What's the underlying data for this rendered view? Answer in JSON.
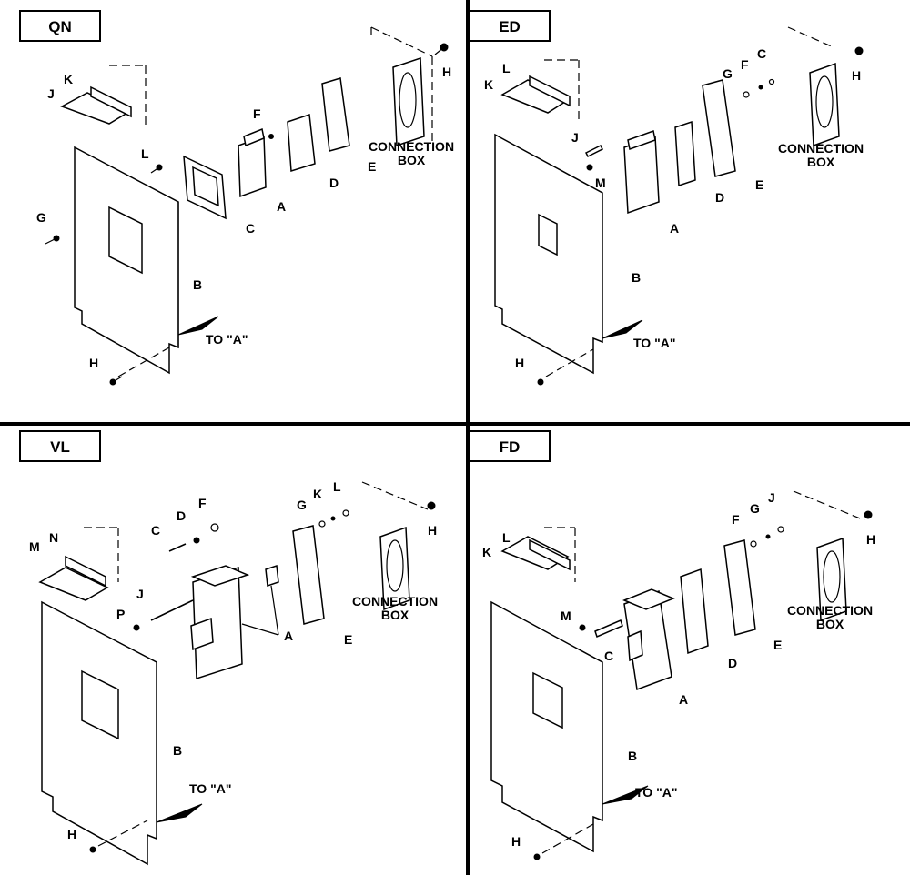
{
  "panels": [
    {
      "id": "qn",
      "tag": "QN",
      "callouts": {
        "a": "A",
        "b": "B",
        "c": "C",
        "d": "D",
        "e": "E",
        "f": "F",
        "g": "G",
        "h1": "H",
        "h2": "H",
        "j": "J",
        "k": "K",
        "l": "L"
      },
      "connection_box": [
        "CONNECTION",
        "BOX"
      ],
      "arrow_text": "TO \"A\""
    },
    {
      "id": "ed",
      "tag": "ED",
      "callouts": {
        "a": "A",
        "b": "B",
        "c": "C",
        "d": "D",
        "e": "E",
        "f": "F",
        "g": "G",
        "h1": "H",
        "h2": "H",
        "j": "J",
        "k": "K",
        "l": "L",
        "m": "M"
      },
      "connection_box": [
        "CONNECTION",
        "BOX"
      ],
      "arrow_text": "TO \"A\""
    },
    {
      "id": "vl",
      "tag": "VL",
      "callouts": {
        "a": "A",
        "b": "B",
        "c": "C",
        "d": "D",
        "e": "E",
        "f": "F",
        "g": "G",
        "h1": "H",
        "h2": "H",
        "j": "J",
        "k": "K",
        "l": "L",
        "m": "M",
        "n": "N",
        "p": "P"
      },
      "connection_box": [
        "CONNECTION",
        "BOX"
      ],
      "arrow_text": "TO \"A\""
    },
    {
      "id": "fd",
      "tag": "FD",
      "callouts": {
        "a": "A",
        "b": "B",
        "c": "C",
        "d": "D",
        "e": "E",
        "f": "F",
        "g": "G",
        "h1": "H",
        "h2": "H",
        "j": "J",
        "k": "K",
        "l": "L",
        "m": "M"
      },
      "connection_box": [
        "CONNECTION",
        "BOX"
      ],
      "arrow_text": "TO \"A\""
    }
  ]
}
